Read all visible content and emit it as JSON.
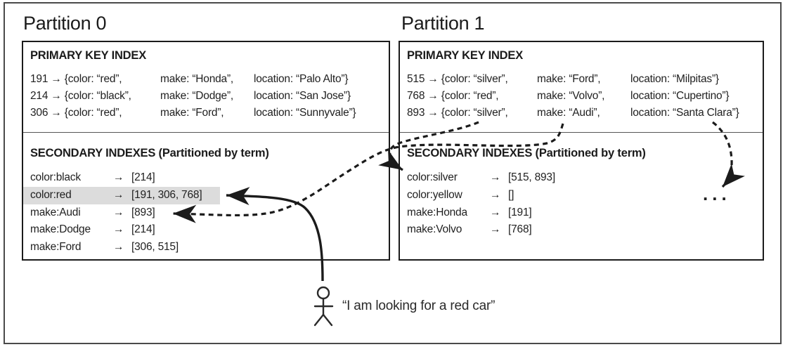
{
  "glyphs": {
    "arrow": "→",
    "ellipsis": "..."
  },
  "user": {
    "quote": "“I am looking for a red car”"
  },
  "partitions": [
    {
      "label": "Partition 0",
      "primary": {
        "title": "PRIMARY KEY INDEX",
        "rows": [
          {
            "c1": "191 → {color: “red”,",
            "c2": "make: “Honda”,",
            "c3": "location: “Palo Alto”}"
          },
          {
            "c1": "214 → {color: “black”,",
            "c2": "make: “Dodge”,",
            "c3": "location: “San Jose”}"
          },
          {
            "c1": "306 → {color: “red”,",
            "c2": "make: “Ford”,",
            "c3": "location: “Sunnyvale”}"
          }
        ]
      },
      "secondary": {
        "title": "SECONDARY INDEXES (Partitioned by term)",
        "rows": [
          {
            "term": "color:black",
            "value": "[214]",
            "highlight": false
          },
          {
            "term": "color:red",
            "value": "[191, 306, 768]",
            "highlight": true
          },
          {
            "term": "make:Audi",
            "value": "[893]",
            "highlight": false
          },
          {
            "term": "make:Dodge",
            "value": "[214]",
            "highlight": false
          },
          {
            "term": "make:Ford",
            "value": "[306, 515]",
            "highlight": false
          }
        ]
      }
    },
    {
      "label": "Partition 1",
      "primary": {
        "title": "PRIMARY KEY INDEX",
        "rows": [
          {
            "c1": "515 → {color: “silver”,",
            "c2": "make: “Ford”,",
            "c3": "location: “Milpitas”}"
          },
          {
            "c1": "768 → {color: “red”,",
            "c2": "make: “Volvo”,",
            "c3": "location: “Cupertino”}"
          },
          {
            "c1": "893 → {color: “silver”,",
            "c2": "make: “Audi”,",
            "c3": "location: “Santa Clara”}"
          }
        ]
      },
      "secondary": {
        "title": "SECONDARY INDEXES (Partitioned by term)",
        "rows": [
          {
            "term": "color:silver",
            "value": "[515, 893]",
            "highlight": false
          },
          {
            "term": "color:yellow",
            "value": "[]",
            "highlight": false
          },
          {
            "term": "make:Honda",
            "value": "[191]",
            "highlight": false
          },
          {
            "term": "make:Volvo",
            "value": "[768]",
            "highlight": false
          }
        ]
      }
    }
  ]
}
